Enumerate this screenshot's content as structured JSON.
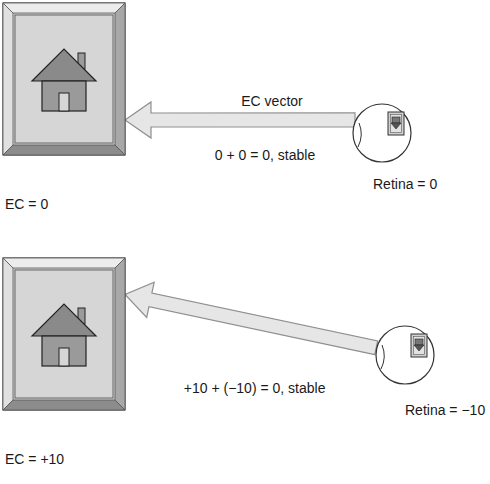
{
  "diagram": {
    "nodes": [
      {
        "text": [
          "EC = 0"
        ]
      },
      {
        "text": [
          "Retina = 0"
        ]
      },
      {
        "text": [
          "EC = +10"
        ]
      },
      {
        "text": [
          "Retina = −10"
        ]
      }
    ],
    "edges": [
      {
        "from": 1,
        "to": 0,
        "arrow": "to",
        "label": "EC vector"
      },
      {
        "from": 3,
        "to": 2,
        "arrow": "to",
        "label": "+10 + (−10) = 0, stable"
      }
    ],
    "labels": [
      "0 + 0 = 0, stable"
    ]
  }
}
